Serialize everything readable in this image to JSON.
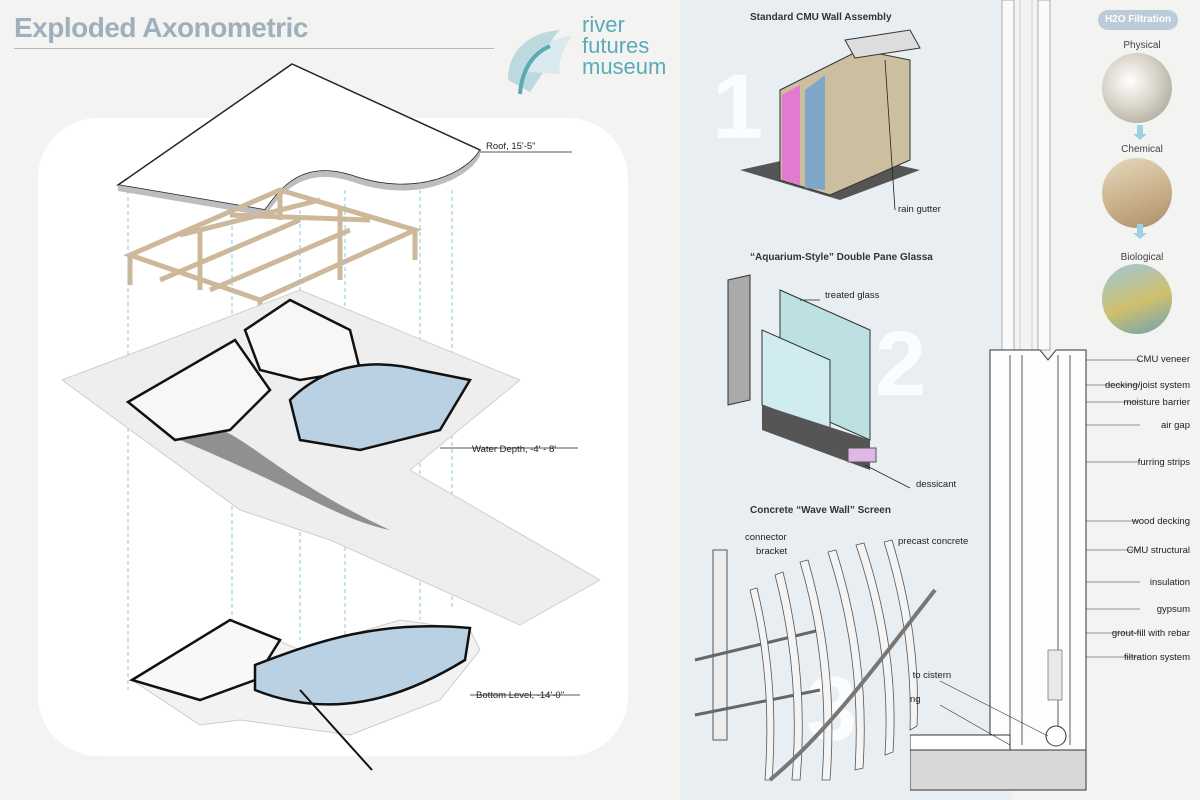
{
  "header": {
    "title": "Exploded Axonometric"
  },
  "logo": {
    "line1": "river",
    "line2": "futures",
    "line3": "museum"
  },
  "axon_labels": {
    "roof": "Roof, 15'-5\"",
    "water": "Water Depth, -4' - 8'",
    "bottom": "Bottom Level, -14'-0\""
  },
  "details": {
    "cmu": {
      "title": "Standard CMU Wall Assembly",
      "number": "1",
      "label_gutter": "rain gutter"
    },
    "glass": {
      "title": "“Aquarium-Style” Double Pane Glassa",
      "number": "2",
      "label_glass": "treated glass",
      "label_dessicant": "dessicant"
    },
    "wave": {
      "title": "Concrete “Wave Wall” Screen",
      "number": "3",
      "label_connector": "connector",
      "label_bracket": "bracket",
      "label_precast": "precast concrete"
    }
  },
  "section_labels": {
    "cmu_veneer": "CMU veneer",
    "decking_joist": "decking/joist system",
    "moisture_barrier": "moisture barrier",
    "air_gap": "air gap",
    "furring": "furring strips",
    "wood_decking": "wood decking",
    "cmu_structural": "CMU structural",
    "insulation": "insulation",
    "gypsum": "gypsum",
    "grout": "grout-fill with rebar",
    "filtration": "filtration system",
    "pipe": "pipe to cistern",
    "footing": "footing"
  },
  "filtration": {
    "title": "H2O Filtration",
    "stage1": "Physical",
    "stage2": "Chemical",
    "stage3": "Biological"
  },
  "colors": {
    "accent": "#9fb0bc",
    "water": "#b9d1e3",
    "timber": "#e5d8c2",
    "logo": "#5aaab8",
    "pink": "#e27ad0"
  }
}
